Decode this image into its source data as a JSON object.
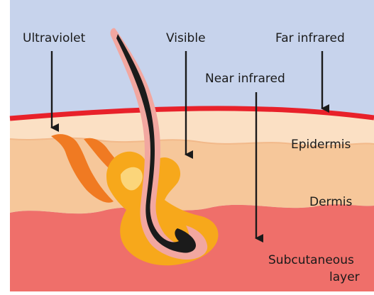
{
  "labels": {
    "ultraviolet": "Ultraviolet",
    "visible": "Visible",
    "far_infrared": "Far infrared",
    "near_infrared": "Near infrared",
    "epidermis": "Epidermis",
    "dermis": "Dermis",
    "subcutaneous_line1": "Subcutaneous",
    "subcutaneous_line2": "layer"
  },
  "colors": {
    "sky": "#c7d3ec",
    "skin_surface": "#e8212a",
    "epidermis": "#fbe0c4",
    "dermis": "#f6c79a",
    "subcutaneous": "#ef6f6a",
    "uv_absorption": "#f07a22",
    "visible_absorption": "#f7a81b",
    "hair_outer": "#f2a7a0",
    "hair_core": "#1b1b1b",
    "arrow": "#1a1a1a"
  }
}
